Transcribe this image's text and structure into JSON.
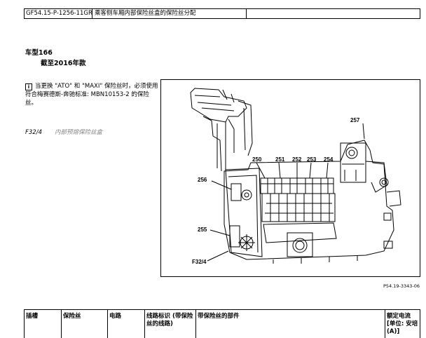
{
  "header": {
    "doc_id": "GF54.15-P-1256-11GR",
    "title": "乘客侧车厢内部保险丝盒的保险丝分配",
    "extra": ""
  },
  "vehicle": {
    "model": "车型166",
    "range": "截至2016年款"
  },
  "note": {
    "icon": "info-icon",
    "text": "当更换 \"ATO\" 和 \"MAXI\" 保险丝时，必须使用符合梅赛德斯-奔驰标准: MBN10153-2 的保险丝。"
  },
  "section": {
    "code": "F32/4",
    "name": "内部预熔保险丝盒"
  },
  "figure": {
    "labels": {
      "l257": "257",
      "l250": "250",
      "l251": "251",
      "l252": "252",
      "l253": "253",
      "l254": "254",
      "l256": "256",
      "l255": "255",
      "lf324": "F32/4"
    },
    "ref": "P54.19-3343-06"
  },
  "table": {
    "headers": [
      "插槽",
      "保险丝",
      "电路",
      "线路标识 (带保险丝的线路)",
      "带保险丝的部件",
      "额定电流 [单位: 安培 (A)]"
    ]
  }
}
